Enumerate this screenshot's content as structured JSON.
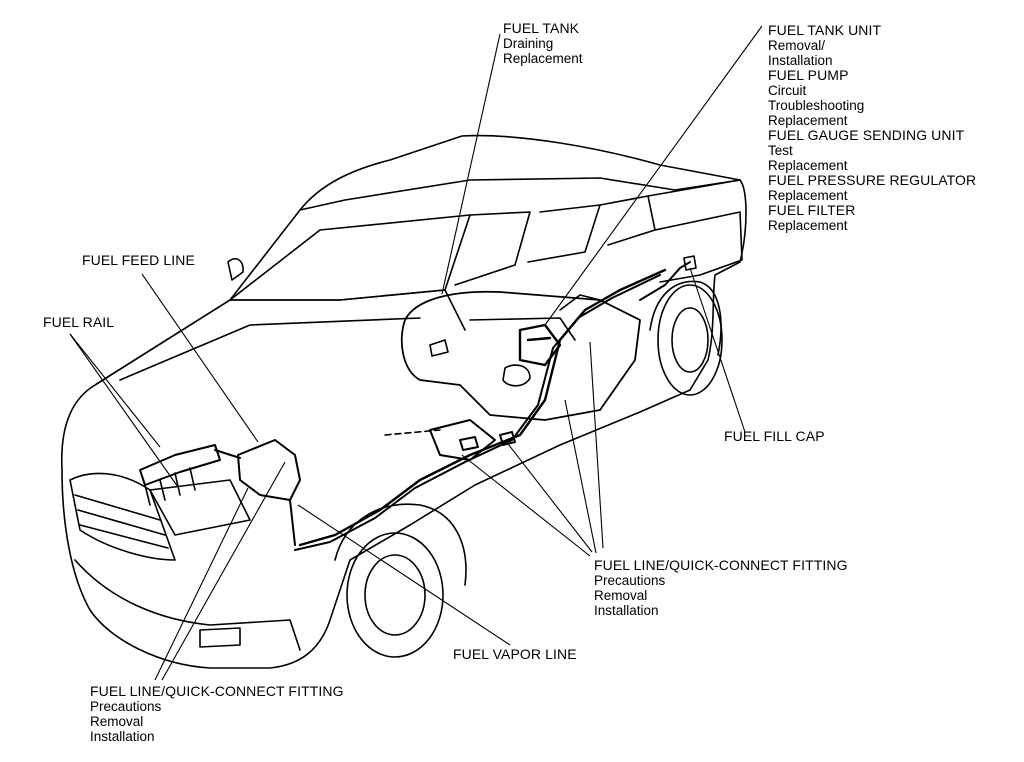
{
  "callouts": {
    "fuel_tank": [
      "FUEL TANK",
      "Draining",
      "Replacement"
    ],
    "fuel_tank_unit": [
      "FUEL TANK UNIT",
      "Removal/",
      "Installation",
      "FUEL PUMP",
      "Circuit",
      "Troubleshooting",
      "Replacement",
      "FUEL GAUGE SENDING UNIT",
      "Test",
      "Replacement",
      "FUEL PRESSURE REGULATOR",
      "Replacement",
      "FUEL FILTER",
      "Replacement"
    ],
    "fuel_feed_line": [
      "FUEL FEED LINE"
    ],
    "fuel_rail": [
      "FUEL RAIL"
    ],
    "fuel_fill_cap": [
      "FUEL FILL CAP"
    ],
    "fitting_right": [
      "FUEL LINE/QUICK-CONNECT FITTING",
      "Precautions",
      "Removal",
      "Installation"
    ],
    "fuel_vapor_line": [
      "FUEL VAPOR LINE"
    ],
    "fitting_left": [
      "FUEL LINE/QUICK-CONNECT FITTING",
      "Precautions",
      "Removal",
      "Installation"
    ]
  }
}
